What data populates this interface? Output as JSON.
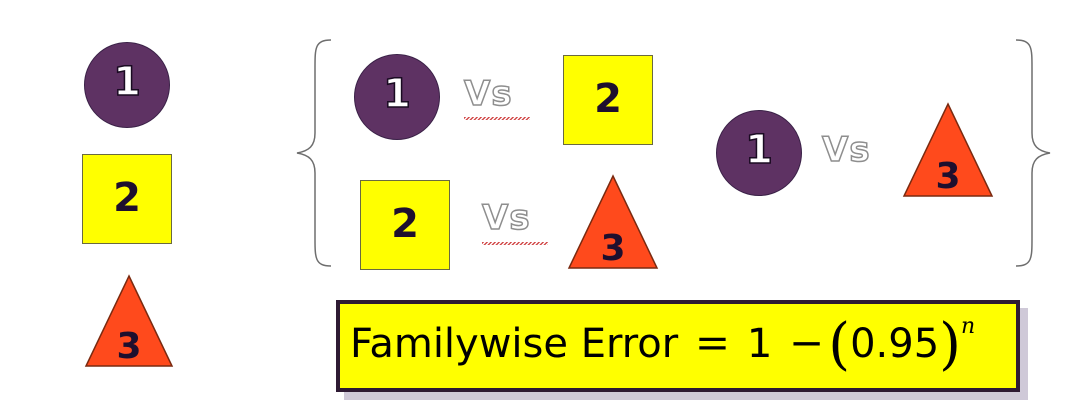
{
  "shapes": {
    "circle_label": "1",
    "square_label": "2",
    "triangle_label": "3"
  },
  "comparison_word": "Vs",
  "formula": {
    "label": "Familywise Error",
    "equals": "=",
    "one": "1",
    "minus": "−",
    "open_paren": "(",
    "value": "0.95",
    "close_paren": ")",
    "exponent": "n"
  },
  "colors": {
    "circle": "#5e3263",
    "square": "#ffff00",
    "triangle": "#ff4a1c",
    "box_border": "#2e1a33"
  }
}
